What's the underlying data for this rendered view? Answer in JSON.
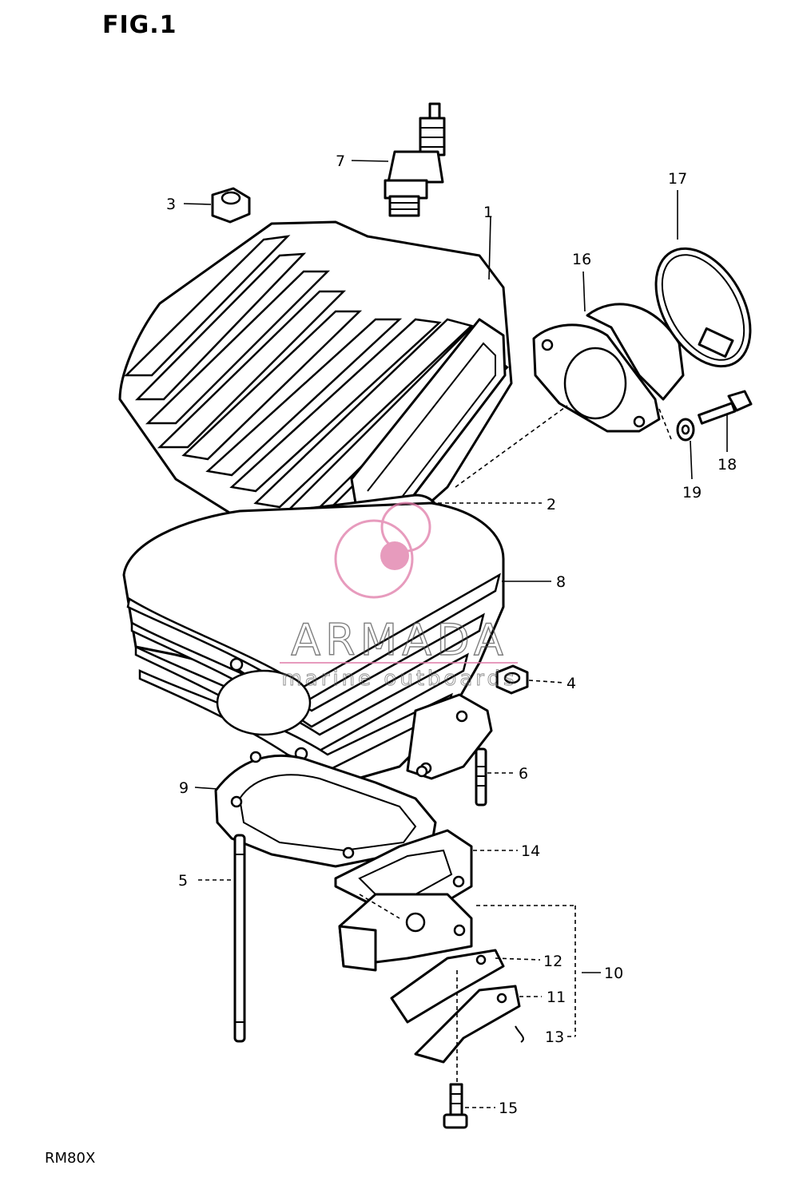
{
  "title": "FIG.1",
  "model": "RM80X",
  "watermark": {
    "brand": "ARMADA",
    "tagline": "marine outboards",
    "color": "#e07aa8"
  },
  "callouts": [
    {
      "id": "callout-1",
      "label": "1"
    },
    {
      "id": "callout-2",
      "label": "2"
    },
    {
      "id": "callout-3",
      "label": "3"
    },
    {
      "id": "callout-4",
      "label": "4"
    },
    {
      "id": "callout-5",
      "label": "5"
    },
    {
      "id": "callout-6",
      "label": "6"
    },
    {
      "id": "callout-7",
      "label": "7"
    },
    {
      "id": "callout-8",
      "label": "8"
    },
    {
      "id": "callout-9",
      "label": "9"
    },
    {
      "id": "callout-10",
      "label": "10"
    },
    {
      "id": "callout-11",
      "label": "11"
    },
    {
      "id": "callout-12",
      "label": "12"
    },
    {
      "id": "callout-13",
      "label": "13"
    },
    {
      "id": "callout-14",
      "label": "14"
    },
    {
      "id": "callout-15",
      "label": "15"
    },
    {
      "id": "callout-16",
      "label": "16"
    },
    {
      "id": "callout-17",
      "label": "17"
    },
    {
      "id": "callout-18",
      "label": "18"
    },
    {
      "id": "callout-19",
      "label": "19"
    }
  ]
}
